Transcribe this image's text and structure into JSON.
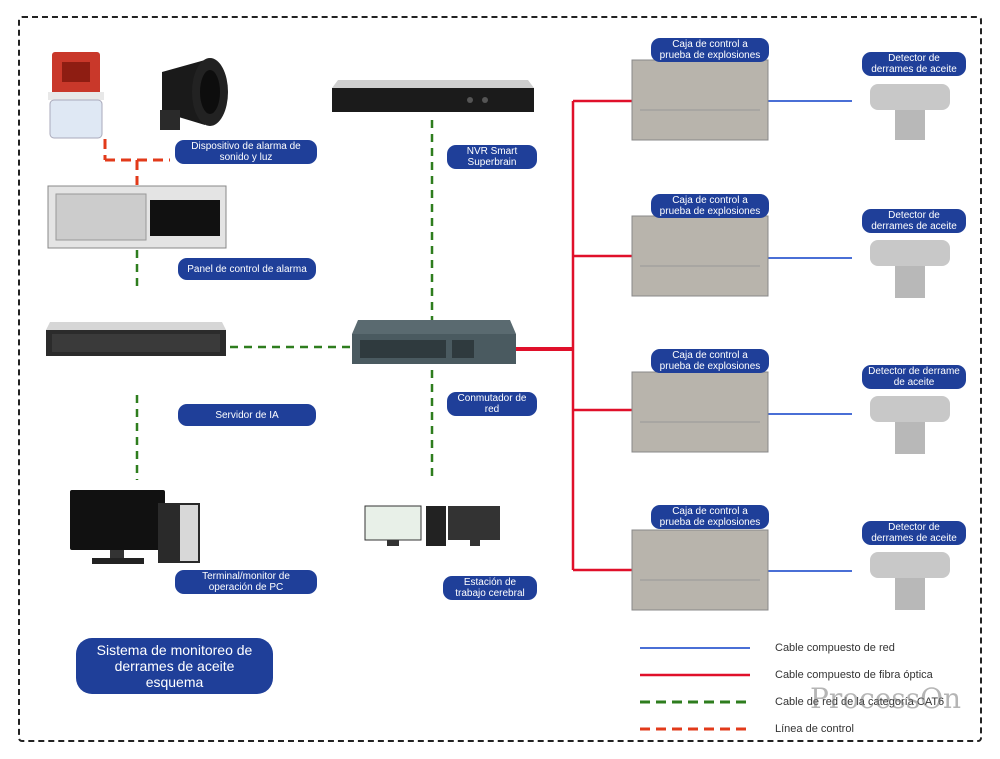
{
  "colors": {
    "network_composite": "#4a6fd6",
    "fiber_composite": "#e0102a",
    "cat6": "#2e7d1e",
    "control_line": "#e23a1a",
    "label_bg": "#1f3f99"
  },
  "labels": {
    "alarm_device": "Dispositivo de alarma de sonido y luz",
    "alarm_panel": "Panel de control de alarma",
    "ai_server": "Servidor de IA",
    "pc_terminal": "Terminal/monitor de operación de PC",
    "nvr": "NVR Smart Superbrain",
    "switch": "Conmutador de red",
    "workstation": "Estación de trabajo cerebral",
    "boxes": [
      "Caja de control a prueba de explosiones",
      "Caja de control a prueba de explosiones",
      "Caja de control a prueba de explosiones",
      "Caja de control a prueba de explosiones"
    ],
    "detectors": [
      "Detector de derrames de aceite",
      "Detector de derrames de aceite",
      "Detector de derrame de aceite",
      "Detector de derrames de aceite"
    ]
  },
  "title": "Sistema de monitoreo de derrames de aceite esquema",
  "legend": [
    {
      "label": "Cable compuesto de red",
      "type": "network_composite"
    },
    {
      "label": "Cable compuesto de fibra óptica",
      "type": "fiber_composite"
    },
    {
      "label": "Cable de red de la categoría CAT6",
      "type": "cat6"
    },
    {
      "label": "Línea de control",
      "type": "control_line"
    }
  ],
  "watermark": "ProcessOn"
}
